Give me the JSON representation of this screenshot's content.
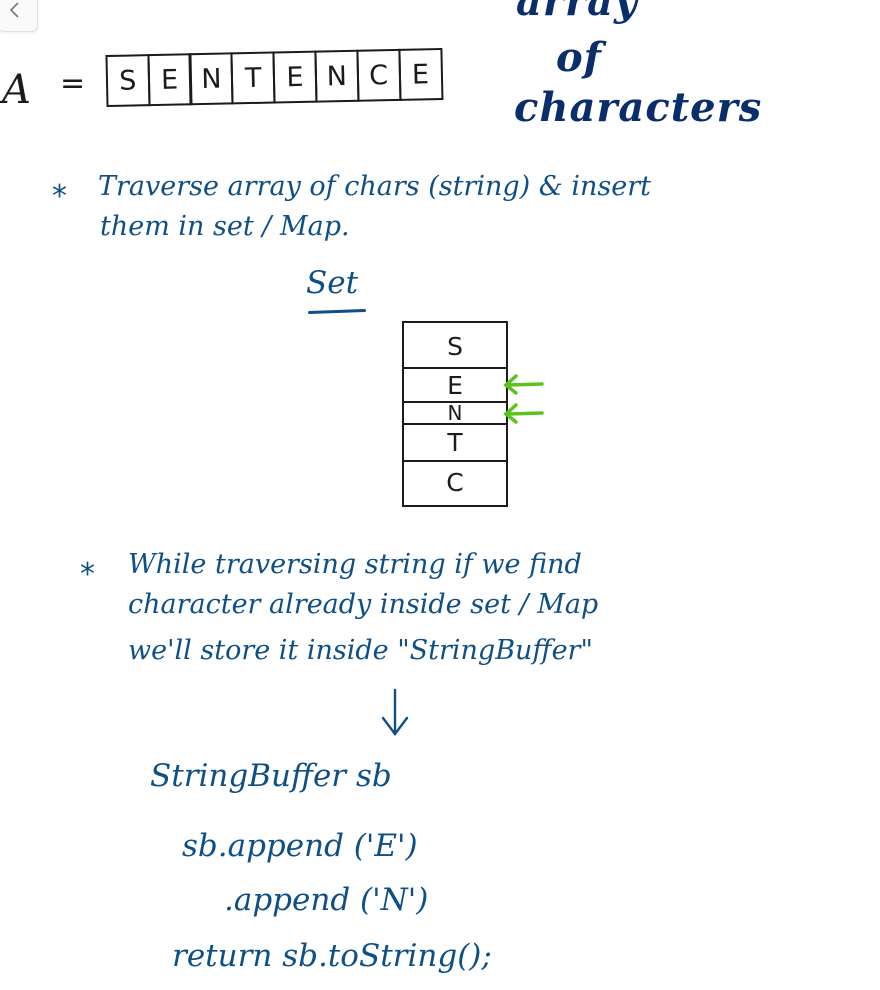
{
  "array_eq": {
    "name": "A",
    "equals": "="
  },
  "array_chars": [
    "S",
    "E",
    "N",
    "T",
    "E",
    "N",
    "C",
    "E"
  ],
  "array_caption": [
    "array",
    "of",
    "characters"
  ],
  "step1": {
    "bullet": "*",
    "lines": [
      "Traverse array of chars (string) & insert",
      "them in set / Map."
    ]
  },
  "set": {
    "heading": "Set",
    "items": [
      "S",
      "E",
      "N",
      "T",
      "C"
    ],
    "highlighted": [
      "E",
      "N"
    ],
    "arrow_color": "#5cc21e"
  },
  "step2": {
    "bullet": "*",
    "lines": [
      "While traversing string if we find",
      "character already inside set / Map",
      "we'll store it inside \"StringBuffer\""
    ]
  },
  "code": [
    "StringBuffer sb",
    "sb.append ('E')",
    ".append ('N')",
    "return sb.toString();"
  ],
  "colors": {
    "ink_dark": "#1b1b1b",
    "ink_blue": "#0e4f86",
    "ink_navy": "#0a2d6b",
    "highlight_arrow": "#5cc21e"
  }
}
